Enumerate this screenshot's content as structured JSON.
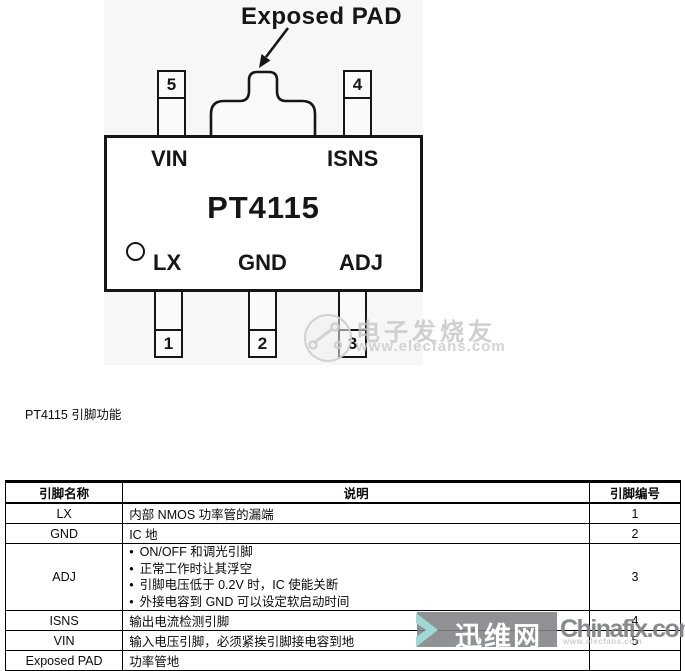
{
  "diagram": {
    "exposed_pad_label": "Exposed PAD",
    "chip_name": "PT4115",
    "top_pins": [
      {
        "number": "5",
        "label": "VIN"
      },
      {
        "number": "4",
        "label": "ISNS"
      }
    ],
    "bottom_pins": [
      {
        "number": "1",
        "label": "LX"
      },
      {
        "number": "2",
        "label": "GND"
      },
      {
        "number": "3",
        "label": "ADJ"
      }
    ],
    "elecfans_watermark": {
      "text": "电子发烧友",
      "url": "www.elecfans.com"
    }
  },
  "caption": "PT4115 引脚功能",
  "table": {
    "bullet_char": "•",
    "headers": [
      "引脚名称",
      "说明",
      "引脚编号"
    ],
    "rows": [
      {
        "name": "LX",
        "desc": "内部 NMOS 功率管的漏端",
        "pin": "1"
      },
      {
        "name": "GND",
        "desc": "IC 地",
        "pin": "2"
      },
      {
        "name": "ADJ",
        "pin": "3",
        "bullets": [
          "ON/OFF 和调光引脚",
          "正常工作时让其浮空",
          "引脚电压低于 0.2V 时，IC 使能关断",
          "外接电容到 GND 可以设定软启动时间"
        ]
      },
      {
        "name": "ISNS",
        "desc": "输出电流检测引脚",
        "pin": "4"
      },
      {
        "name": "VIN",
        "desc": "输入电压引脚，必须紧挨引脚接电容到地",
        "pin": "5"
      },
      {
        "name": "Exposed PAD",
        "desc": "功率管地",
        "pin": ""
      }
    ]
  },
  "chinafix_watermark": {
    "site_name": "迅维网",
    "domain": "Chinafix.com",
    "ghost_url": "www.elecfans.com",
    "accent_color": "#9fd8d4",
    "box_color": "#82848 7"
  }
}
